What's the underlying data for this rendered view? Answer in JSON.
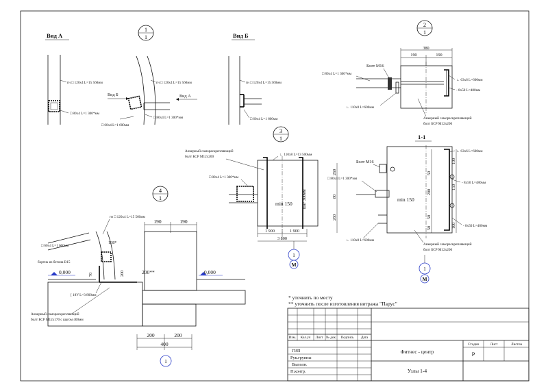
{
  "views": {
    "vid_a": "Вид А",
    "vid_b": "Вид Б",
    "arrow_b": "Вид Б",
    "arrow_a": "Вид А"
  },
  "markers": {
    "m1": {
      "num": "1",
      "sheet": "1"
    },
    "m2": {
      "num": "2",
      "sheet": "1"
    },
    "m3": {
      "num": "3",
      "sheet": "1"
    },
    "m4": {
      "num": "4",
      "sheet": "1"
    },
    "section": "1-1",
    "axis1_num": "1",
    "axis1_letter": "М",
    "axis2_num": "1",
    "axis2_letter": "М",
    "axis3_num": "1"
  },
  "labels": {
    "gn_a": "гн □ 120х4 L=15 560мм",
    "gn_a2": "гн □ 120х4 L=15 560мм",
    "gn_b": "гн □ 120х4 L=15 560мм",
    "gn_4": "гн □ 120х4 L=15 560мм",
    "sq80_a": "□ 80х4 L=1 300*мм",
    "sq80_a2": "□ 80х4 L=1 300*мм",
    "sq60_a": "□ 60х4 L=1 600мм",
    "sq60_b": "□ 60х4 L=1 600мм",
    "sq60_4": "□ 60х4 L=1 600мм",
    "sq80_2": "□ 80х4 L=1 300*мм",
    "sq80_3": "□ 80х4 L=1 300*мм",
    "sq80_11": "□ 80х4 L=1 300*мм",
    "bolt_2": "Болт М16",
    "bolt_11": "Болт М16",
    "ang63_2": "∟ 63х6 L=600мм",
    "ang63_11": "∟ 63х6 L=600мм",
    "pl8_2": "- 8х50 L=480мм",
    "pl8_11a": "- 8х50 L=480мм",
    "pl8_11b": "- 8х50 L=480мм",
    "ang110_2": "∟ 110х8 L=600мм",
    "ang110_3": "∟ 110х8 L=13 500мм",
    "ang110_11": "∟ 110х8 L=600мм",
    "anchor_2a": "Анкерный самораскрепляющий",
    "anchor_2b": "болт БСР М12х200",
    "anchor_3a": "Анкерный самораскрепляющий",
    "anchor_3b": "болт БСР М12х200",
    "anchor_11a": "Анкерный самораскрепляющий",
    "anchor_11b": "болт БСР М12х200",
    "anchor_4a": "Анкерный самораскрепляющий",
    "anchor_4b": "болт БСР М12х170 с шагом 400мм",
    "bortik": "бортик из бетона В15",
    "ch18": "[ 18У L=3 800мм",
    "min150_3": "min 150",
    "min150_11": "min 150",
    "ship300": "шаг 300мм"
  },
  "dims": {
    "d2_380": "380",
    "d2_190a": "190",
    "d2_190b": "190",
    "d3_1900a": "1 900",
    "d3_1900b": "1 900",
    "d3_3800": "3 800",
    "d11_260a": "260",
    "d11_80": "80",
    "d11_260b": "260",
    "d11_50a": "50",
    "d11_150": "150",
    "d11_50b": "50",
    "d11_100a": "100",
    "d11_200": "200",
    "d11_50c": "50",
    "d11_100b": "100",
    "d4_190a": "190",
    "d4_190b": "190",
    "d4_200a": "200",
    "d4_200b": "200",
    "d4_400": "400",
    "d4_138": "138*",
    "d4_200s": "200**",
    "d4_70": "70",
    "d4_200v": "200",
    "lvl_left": "0,000",
    "lvl_right": "0,000"
  },
  "notes": {
    "n1": "* уточнить по месту",
    "n2": "** уточнить после изготовления витража \"Парус\""
  },
  "titleblock": {
    "cols": [
      "Изм.",
      "Кол.уч",
      "Лист",
      "№ док",
      "Подпись",
      "Дата"
    ],
    "roles": [
      "ГИП",
      "Рук.группы",
      "Выполн.",
      "Н.контр."
    ],
    "project": "Фитнес - центр",
    "sheet_title": "Узлы 1-4",
    "stage_h": "Стадия",
    "sheet_h": "Лист",
    "sheets_h": "Листов",
    "stage": "Р"
  }
}
